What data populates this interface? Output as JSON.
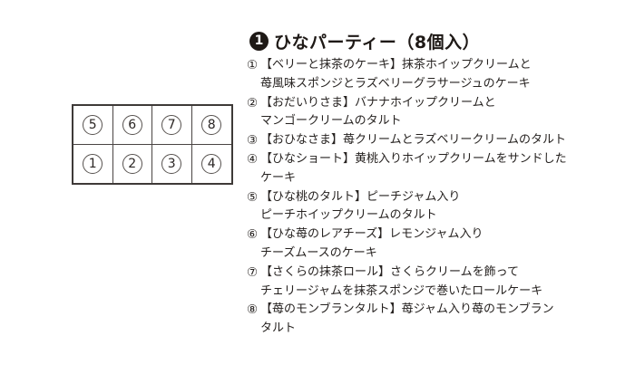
{
  "colors": {
    "text": "#262220",
    "badge_background": "#1e1916",
    "diagram_border": "#3e3a38"
  },
  "title": {
    "badge_number": "1",
    "text": "ひなパーティー（8個入）"
  },
  "diagram": {
    "rows": [
      [
        "5",
        "6",
        "7",
        "8"
      ],
      [
        "1",
        "2",
        "3",
        "4"
      ]
    ]
  },
  "items": [
    {
      "marker": "①",
      "lines": [
        "【ベリーと抹茶のケーキ】抹茶ホイップクリームと",
        "苺風味スポンジとラズベリーグラサージュのケーキ"
      ]
    },
    {
      "marker": "②",
      "lines": [
        "【おだいりさま】バナナホイップクリームと",
        "マンゴークリームのタルト"
      ]
    },
    {
      "marker": "③",
      "lines": [
        "【おひなさま】苺クリームとラズベリークリームのタルト"
      ]
    },
    {
      "marker": "④",
      "lines": [
        "【ひなショート】黄桃入りホイップクリームをサンドした",
        "ケーキ"
      ]
    },
    {
      "marker": "⑤",
      "lines": [
        "【ひな桃のタルト】ピーチジャム入り",
        "ピーチホイップクリームのタルト"
      ]
    },
    {
      "marker": "⑥",
      "lines": [
        "【ひな苺のレアチーズ】レモンジャム入り",
        "チーズムースのケーキ"
      ]
    },
    {
      "marker": "⑦",
      "lines": [
        "【さくらの抹茶ロール】さくらクリームを飾って",
        "チェリージャムを抹茶スポンジで巻いたロールケーキ"
      ]
    },
    {
      "marker": "⑧",
      "lines": [
        "【苺のモンブランタルト】苺ジャム入り苺のモンブラン",
        "タルト"
      ]
    }
  ]
}
